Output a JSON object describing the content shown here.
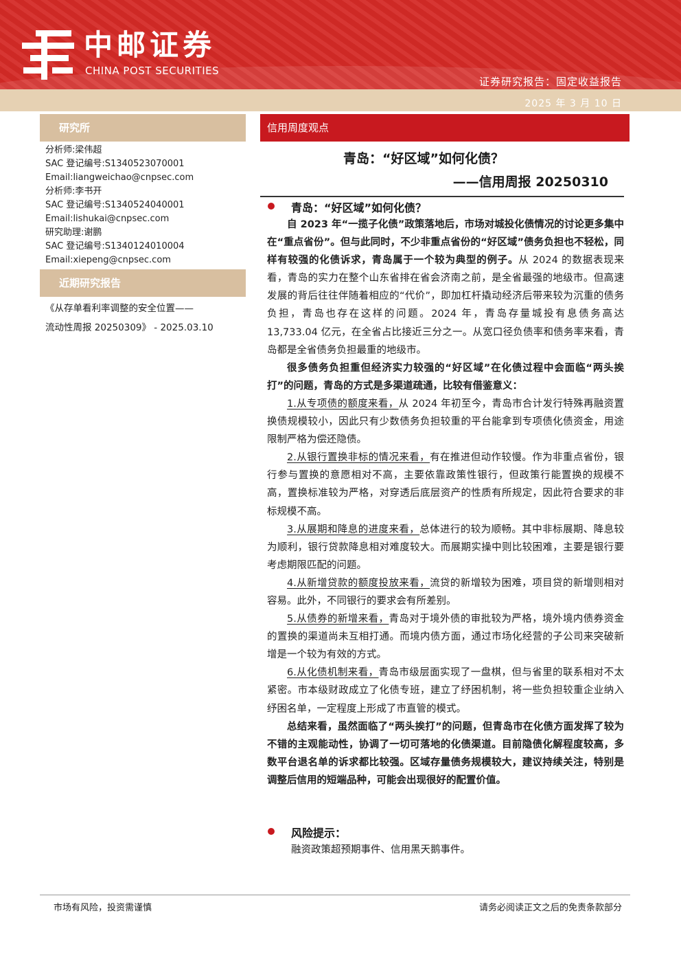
{
  "header": {
    "company_cn": "中邮证券",
    "company_en": "CHINA POST SECURITIES",
    "report_type": "证券研究报告：固定收益报告",
    "date": "2025 年 3 月 10 日"
  },
  "sidebar": {
    "institute_title": "研究所",
    "analysts": [
      "分析师:梁伟超",
      "SAC 登记编号:S1340523070001",
      "Email:liangweichao@cnpsec.com",
      "分析师:李书开",
      "SAC 登记编号:S1340524040001",
      "Email:lishukai@cnpsec.com",
      "研究助理:谢鹏",
      "SAC 登记编号:S1340124010004",
      "Email:xiepeng@cnpsec.com"
    ],
    "recent_title": "近期研究报告",
    "recent_reports": [
      "《从存单看利率调整的安全位置——",
      "流动性周报 20250309》  - 2025.03.10"
    ]
  },
  "main": {
    "column_tag": "信用周度观点",
    "title_line1": "青岛：“好区域”如何化债？",
    "title_line2": "——信用周报 20250310",
    "section1_heading": "青岛：“好区域”如何化债？",
    "p1_bold": "自 2023 年“一揽子化债”政策落地后，市场对城投化债情况的讨论更多集中在“重点省份”。但与此同时，不少非重点省份的“好区域”债务负担也不轻松，同样有较强的化债诉求，青岛属于一个较为典型的例子。",
    "p1_rest": "从 2024 的数据表现来看，青岛的实力在整个山东省排在省会济南之前，是全省最强的地级市。但高速发展的背后往往伴随着相应的“代价”，即加杠杆撬动经济后带来较为沉重的债务负担，青岛也存在这样的问题。2024 年，青岛存量城投有息债务高达 13,733.04 亿元，在全省占比接近三分之一。从宽口径负债率和债务率来看，青岛都是全省债务负担最重的地级市。",
    "p2_bold": "很多债务负担重但经济实力较强的“好区域”在化债过程中会面临“两头挨打”的问题，青岛的方式是多渠道疏通，比较有借鉴意义：",
    "items": [
      {
        "lead": "1.从专项债的额度来看，",
        "text": "从 2024 年初至今，青岛市合计发行特殊再融资置换债规模较小，因此只有少数债务负担较重的平台能拿到专项债化债资金，用途限制严格为偿还隐债。"
      },
      {
        "lead": "2.从银行置换非标的情况来看，",
        "text": "有在推进但动作较慢。作为非重点省份，银行参与置换的意愿相对不高，主要依靠政策性银行，但政策行能置换的规模不高，置换标准较为严格，对穿透后底层资产的性质有所规定，因此符合要求的非标规模不高。"
      },
      {
        "lead": "3.从展期和降息的进度来看，",
        "text": "总体进行的较为顺畅。其中非标展期、降息较为顺利，银行贷款降息相对难度较大。而展期实操中则比较困难，主要是银行要考虑期限匹配的问题。"
      },
      {
        "lead": "4.从新增贷款的额度投放来看，",
        "text": "流贷的新增较为困难，项目贷的新增则相对容易。此外，不同银行的要求会有所差别。"
      },
      {
        "lead": "5.从债券的新增来看，",
        "text": "青岛对于境外债的审批较为严格，境外境内债券资金的置换的渠道尚未互相打通。而境内债方面，通过市场化经营的子公司来突破新增是一个较为有效的方式。"
      },
      {
        "lead": "6.从化债机制来看，",
        "text": "青岛市级层面实现了一盘棋，但与省里的联系相对不太紧密。市本级财政成立了化债专班，建立了纾困机制，将一些负担较重企业纳入纾困名单，一定程度上形成了市直管的模式。"
      }
    ],
    "p_summary_bold": "总结来看，虽然面临了“两头挨打”的问题，但青岛市在化债方面发挥了较为不错的主观能动性，协调了一切可落地的化债渠道。目前隐债化解程度较高，多数平台退名单的诉求都比较强。区域存量债务规模较大，建议持续关注，特别是调整后信用的短端品种，可能会出现很好的配置价值。",
    "risk_heading": "风险提示：",
    "risk_text": "融资政策超预期事件、信用黑天鹅事件。"
  },
  "footer": {
    "left": "市场有风险，投资需谨慎",
    "right": "请务必阅读正文之后的免责条款部分"
  },
  "colors": {
    "brand_red": "#d52a26",
    "tag_red": "#c8191f",
    "tan": "#d8bfa0",
    "band": "#e6d1b3"
  }
}
